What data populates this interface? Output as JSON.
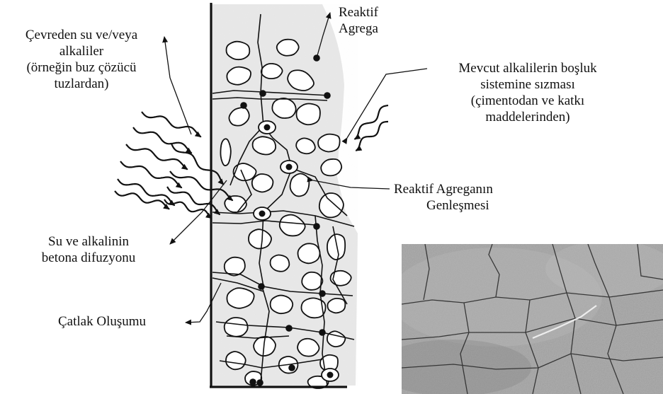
{
  "labels": {
    "reactive_aggregate": [
      "Reaktif",
      "Agrega"
    ],
    "environment_water": [
      "Çevreden su ve/veya",
      "alkaliler",
      "(örneğin buz çözücü",
      "tuzlardan)"
    ],
    "existing_alkali": [
      "Mevcut alkalilerin boşluk",
      "sistemine sızması",
      "(çimentodan ve katkı",
      "maddelerinden)"
    ],
    "expansion": [
      "Reaktif Agreganın",
      "Genleşmesi"
    ],
    "diffusion": [
      "Su ve alkalinin",
      "betona difuzyonu"
    ],
    "crack_formation": "Çatlak Oluşumu"
  },
  "colors": {
    "ink": "#111111",
    "concrete": "#e4e4e4",
    "photo_base": "#9a9a9a"
  }
}
